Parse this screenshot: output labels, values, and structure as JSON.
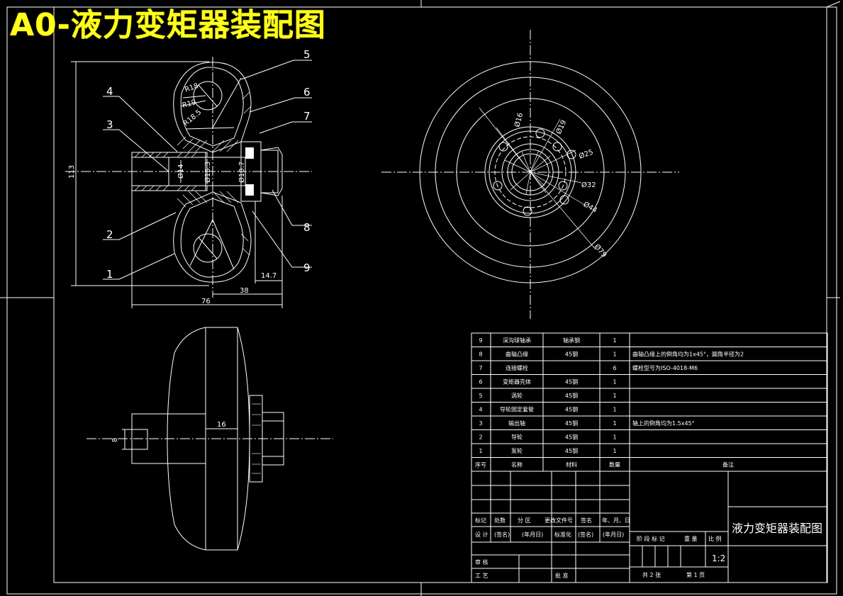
{
  "banner": "A0-液力变矩器装配图",
  "callouts": [
    "1",
    "2",
    "3",
    "4",
    "5",
    "6",
    "7",
    "8",
    "9"
  ],
  "section_dims": {
    "r18": "R18",
    "r19": "R19",
    "r18_5": "R18.5",
    "dia14": "Ø14",
    "dia15_3": "Ø15.3",
    "dia18_7": "Ø18.7",
    "h113": "113",
    "w14_7": "14.7",
    "w38": "38",
    "w76": "76"
  },
  "end_dims": {
    "d16": "Ø16",
    "d19": "Ø19",
    "d25": "Ø25",
    "d32": "Ø32",
    "d44": "Ø44",
    "d79": "Ø79"
  },
  "bottom_dims": {
    "w16": "16",
    "d8": "8"
  },
  "parts_list": {
    "headers": [
      "序号",
      "名称",
      "材料",
      "数量",
      "备注"
    ],
    "rows": [
      {
        "no": "9",
        "name": "深沟球轴承",
        "mat": "轴承钢",
        "qty": "1",
        "note": ""
      },
      {
        "no": "8",
        "name": "曲轴凸缘",
        "mat": "45钢",
        "qty": "1",
        "note": "曲轴凸缘上的倒角均为1x45°，圆角半径为2"
      },
      {
        "no": "7",
        "name": "连接螺栓",
        "mat": "",
        "qty": "6",
        "note": "螺栓型号为ISO-4018-M6"
      },
      {
        "no": "6",
        "name": "变矩器壳体",
        "mat": "45钢",
        "qty": "1",
        "note": ""
      },
      {
        "no": "5",
        "name": "涡轮",
        "mat": "45钢",
        "qty": "1",
        "note": ""
      },
      {
        "no": "4",
        "name": "导轮固定套管",
        "mat": "45钢",
        "qty": "1",
        "note": ""
      },
      {
        "no": "3",
        "name": "输出轴",
        "mat": "45钢",
        "qty": "1",
        "note": "轴上的倒角均为1.5x45°"
      },
      {
        "no": "2",
        "name": "导轮",
        "mat": "45钢",
        "qty": "1",
        "note": ""
      },
      {
        "no": "1",
        "name": "泵轮",
        "mat": "45钢",
        "qty": "1",
        "note": ""
      }
    ]
  },
  "title_block": {
    "drawing_name": "液力变矩器装配图",
    "row_labels": [
      "标记",
      "处数",
      "分 区",
      "更改文件号",
      "签名",
      "年、月、日"
    ],
    "design": "设 计",
    "sig1": "(签名)",
    "date1": "(年月日)",
    "std": "标准化",
    "sig2": "(签名)",
    "date2": "(年月日)",
    "review": "审 核",
    "craft": "工 艺",
    "approve": "批 准",
    "stage": "阶 段 标 记",
    "weight": "重 量",
    "scale_label": "比 例",
    "scale": "1:2",
    "sheets_total": "共 2 张",
    "sheet_no": "第 1 页"
  }
}
